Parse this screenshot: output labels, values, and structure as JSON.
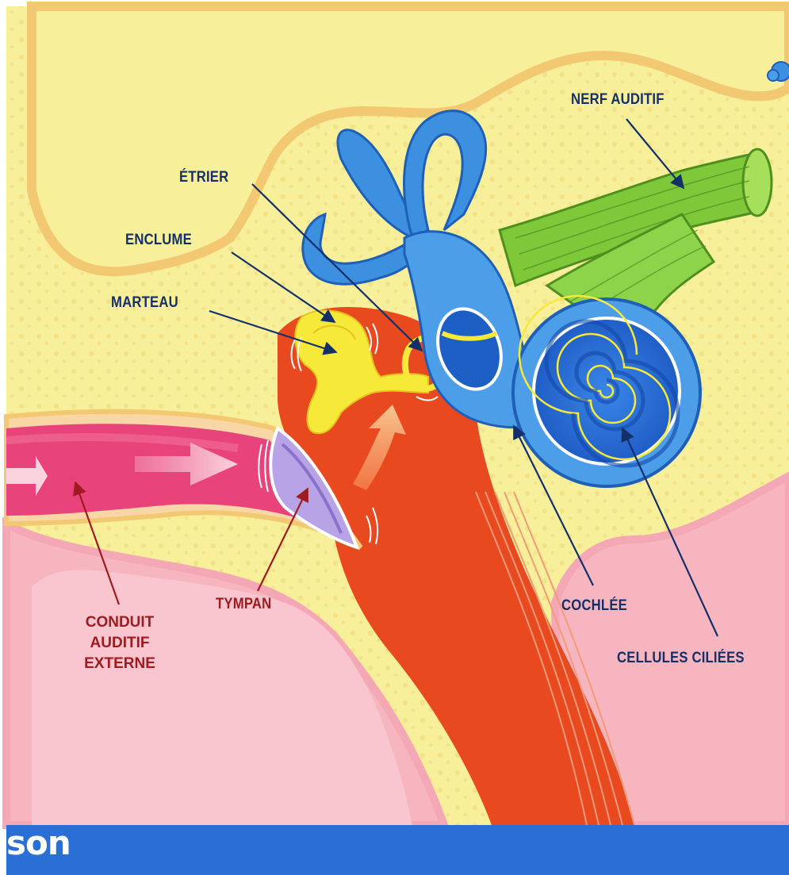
{
  "labels": {
    "nerf_auditif": "NERF AUDITIF",
    "etrier": "ÉTRIER",
    "enclume": "ENCLUME",
    "marteau": "MARTEAU",
    "tympan": "TYMPAN",
    "cochlee": "COCHLÉE",
    "cellules_ciliees": "CELLULES CILIÉES",
    "conduit": [
      "CONDUIT",
      "AUDITIF",
      "EXTERNE"
    ]
  },
  "banner": {
    "text": "son"
  },
  "colors": {
    "background_yellow": "#f8ef9a",
    "bone_tan": "#f2c872",
    "skin_pink": "#f6b5bf",
    "canal_pink": "#e8437a",
    "middle_ear_red": "#e9491f",
    "inner_ear_blue": "#3d8fe0",
    "cochlea_dark": "#1d5fc4",
    "nerve_green": "#7fc83a",
    "ossicle_yellow": "#f7e93a",
    "tympan_purple": "#b7a3e6",
    "label_blue": "#14306a",
    "label_red": "#a01b1f",
    "banner_blue": "#2a6fd6"
  }
}
